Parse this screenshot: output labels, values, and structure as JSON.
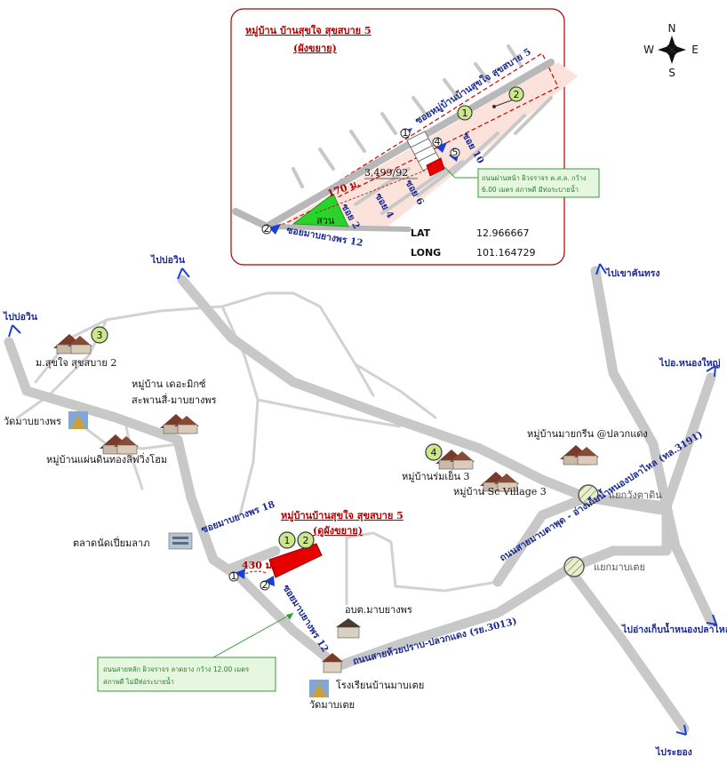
{
  "inset": {
    "title_line1": "หมู่บ้าน บ้านสุขใจ สุขสบาย 5",
    "title_line2": "(ผังขยาย)",
    "road_label_main": "ซอยหมู่บ้านบ้านสุขใจ สุขสบาย 5",
    "soi10": "ซอย 10",
    "soi6": "ซอย 6",
    "soi4": "ซอย 4",
    "soi2": "ซอย 2",
    "road12": "ซอยมาบยางพร 12",
    "park": "สวน",
    "distance": "170 ม.",
    "plot_number": "3,499/92",
    "note_line1": "ถนนผ่านหน้า ผิวจราจร ค.ส.ล. กว้าง",
    "note_line2": "6.00 เมตร สภาพดี มีท่อระบายน้ำ",
    "lat_label": "LAT",
    "lat_value": "12.966667",
    "long_label": "LONG",
    "long_value": "101.164729",
    "markers": [
      "1",
      "2",
      "4",
      "5"
    ]
  },
  "compass": {
    "n": "N",
    "s": "S",
    "e": "E",
    "w": "W"
  },
  "map": {
    "to_porin_1": "ไปบ่อวิน",
    "to_porin_2": "ไปบ่อวิน",
    "to_khaokhantrong": "ไปเขาคันทรง",
    "to_nongyai": "ไปอ.หนองใหญ่",
    "to_angnongplalai": "ไปอ่างเก็บน้ำหนองปลาไหล",
    "to_rayong": "ไประยอง",
    "village_sukjai2": "ม.สุขใจ สุขสบาย 2",
    "village_theromix_1": "หมู่บ้าน เดอะมิกซ์",
    "village_theromix_2": "สะพานสี่-มาบยางพร",
    "temple_mabyangporn": "วัดมาบยางพร",
    "village_phaendin": "หมู่บ้านแผ่นดินทองลิฟวิ่งโฮม",
    "village_romyen": "หมู่บ้านร่มเย็น 3",
    "village_sc": "หมู่บ้าน Sc Village 3",
    "village_mayarin": "หมู่บ้านมายกรีน @ปลวกแดง",
    "junction_wangtadin": "แยกวังตาดิน",
    "junction_mabtoei": "แยกมาบเตย",
    "road_angnongplalai": "ถนนสายมาบตาพุด - อ่างเก็บน้ำหนองปลาไหล (ทล.3191)",
    "road_soi18": "ซอยมาบยางพร 18",
    "road_soi12": "ซอยมาบยางพร 12",
    "road_huaiprap": "ถนนสายห้วยปราบ-ปลวกแดง (รย.3013)",
    "market": "ตลาดนัดเปี่ยมลาภ",
    "subject_title_1": "หมู่บ้านบ้านสุขใจ สุขสบาย 5",
    "subject_title_2": "(ดูผังขยาย)",
    "distance": "430 ม.",
    "obt": "อบต.มาบยางพร",
    "school": "โรงเรียนบ้านมาบเตย",
    "temple_mabtoei": "วัดมาบเตย",
    "note_line1": "ถนนสายหลัก ผิวจราจร ลาดยาง กว้าง 12.00 เมตร",
    "note_line2": "สภาพดี ไม่มีท่อระบายน้ำ",
    "marker_sukjai2": "3",
    "marker_romyen": "4",
    "marker_subject_1": "1",
    "marker_subject_2": "2",
    "marker_road_1": "1",
    "marker_road_2": "2"
  }
}
